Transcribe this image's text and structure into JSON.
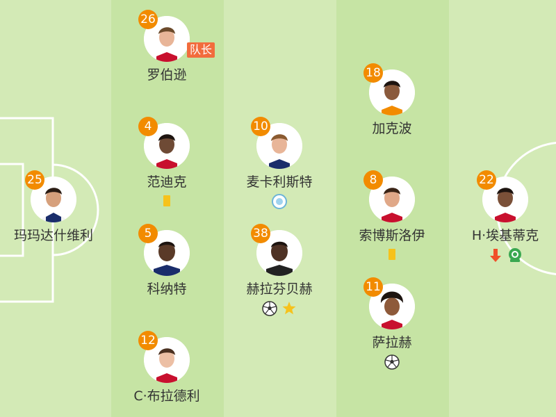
{
  "badges": {
    "captain": "队长"
  },
  "players": [
    {
      "id": "p25",
      "number": "25",
      "name": "玛玛达什维利",
      "events": []
    },
    {
      "id": "p26",
      "number": "26",
      "name": "罗伯逊",
      "events": []
    },
    {
      "id": "p4",
      "number": "4",
      "name": "范迪克",
      "events": [
        "yellow-card"
      ]
    },
    {
      "id": "p5",
      "number": "5",
      "name": "科纳特",
      "events": []
    },
    {
      "id": "p12",
      "number": "12",
      "name": "C·布拉德利",
      "events": []
    },
    {
      "id": "p10",
      "number": "10",
      "name": "麦卡利斯特",
      "events": [
        "assist"
      ]
    },
    {
      "id": "p38",
      "number": "38",
      "name": "赫拉芬贝赫",
      "events": [
        "goal",
        "star"
      ]
    },
    {
      "id": "p18",
      "number": "18",
      "name": "加克波",
      "events": []
    },
    {
      "id": "p8",
      "number": "8",
      "name": "索博斯洛伊",
      "events": [
        "yellow-card"
      ]
    },
    {
      "id": "p11",
      "number": "11",
      "name": "萨拉赫",
      "events": [
        "goal"
      ]
    },
    {
      "id": "p22",
      "number": "22",
      "name": "H·埃基蒂克",
      "events": [
        "sub-off",
        "sub-icon"
      ]
    }
  ],
  "colors": {
    "number_badge": "#f28b00",
    "captain_badge": "#f26c3d",
    "pitch_light": "#d3eab6",
    "pitch_dark": "#c6e4a4",
    "yellow_card": "#f6c21c"
  }
}
